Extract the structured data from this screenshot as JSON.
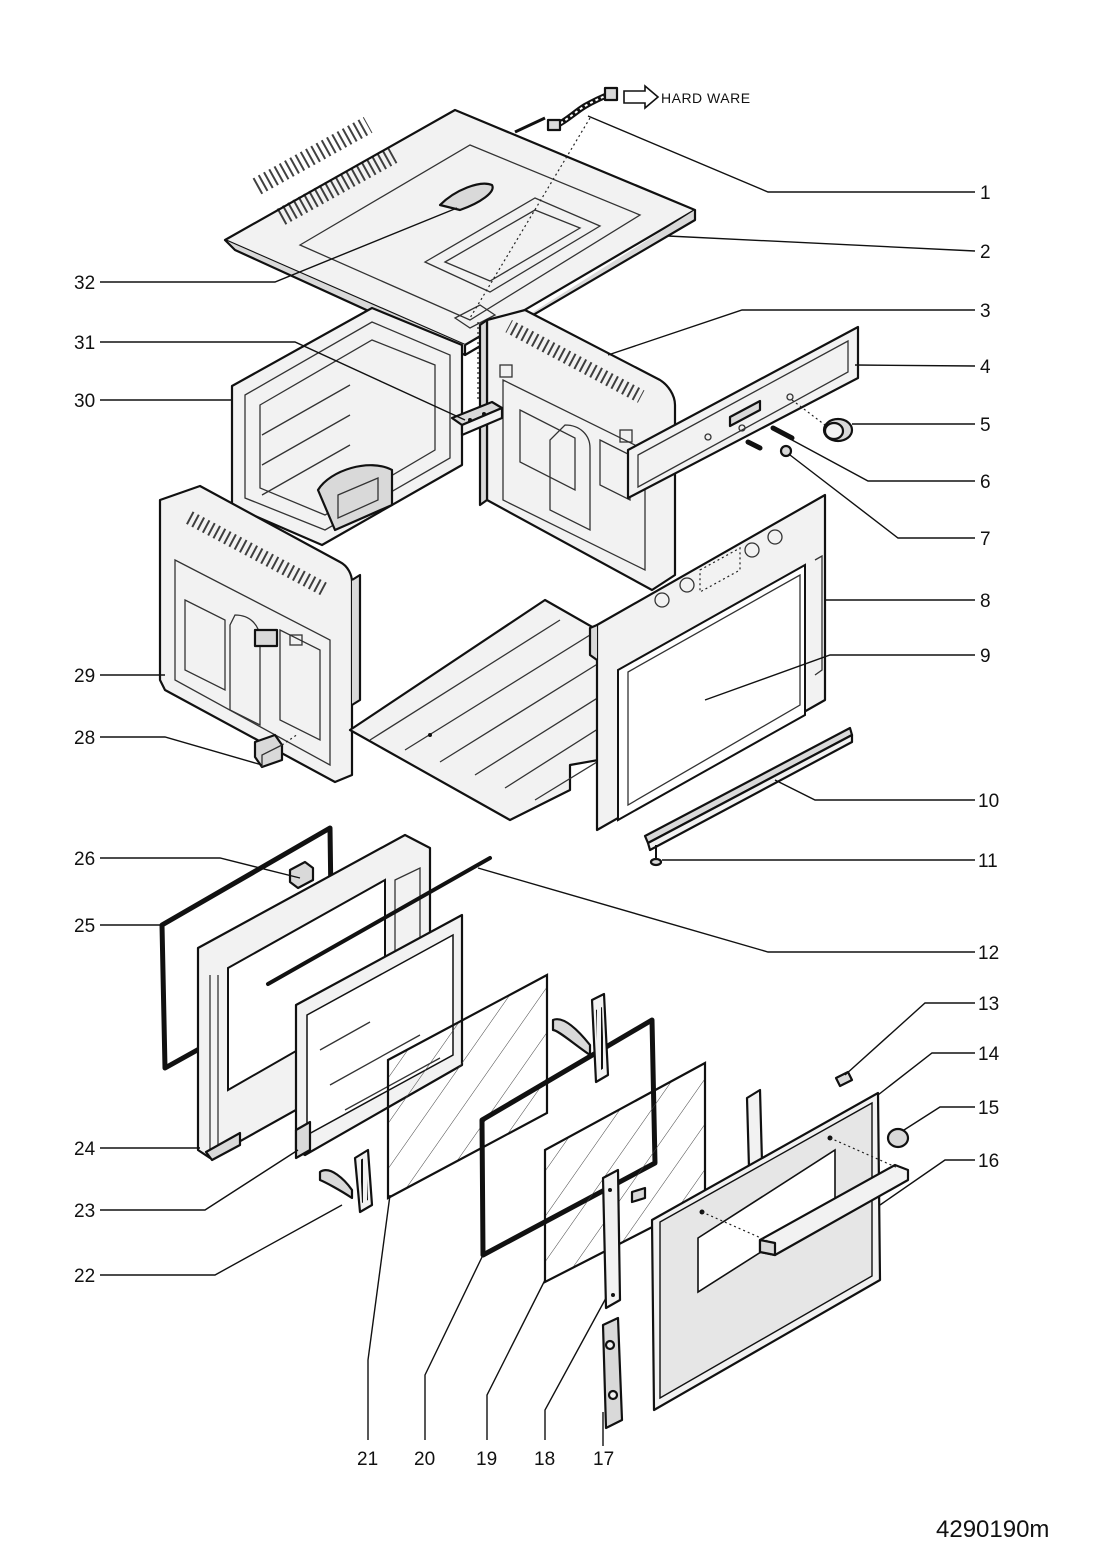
{
  "hardware_note": "HARD WARE",
  "drawing_id": "4290190m",
  "callouts": {
    "c1": "1",
    "c2": "2",
    "c3": "3",
    "c4": "4",
    "c5": "5",
    "c6": "6",
    "c7": "7",
    "c8": "8",
    "c9": "9",
    "c10": "10",
    "c11": "11",
    "c12": "12",
    "c13": "13",
    "c14": "14",
    "c15": "15",
    "c16": "16",
    "c17": "17",
    "c18": "18",
    "c19": "19",
    "c20": "20",
    "c21": "21",
    "c22": "22",
    "c23": "23",
    "c24": "24",
    "c25": "25",
    "c26": "26",
    "c28": "28",
    "c29": "29",
    "c30": "30",
    "c31": "31",
    "c32": "32"
  }
}
